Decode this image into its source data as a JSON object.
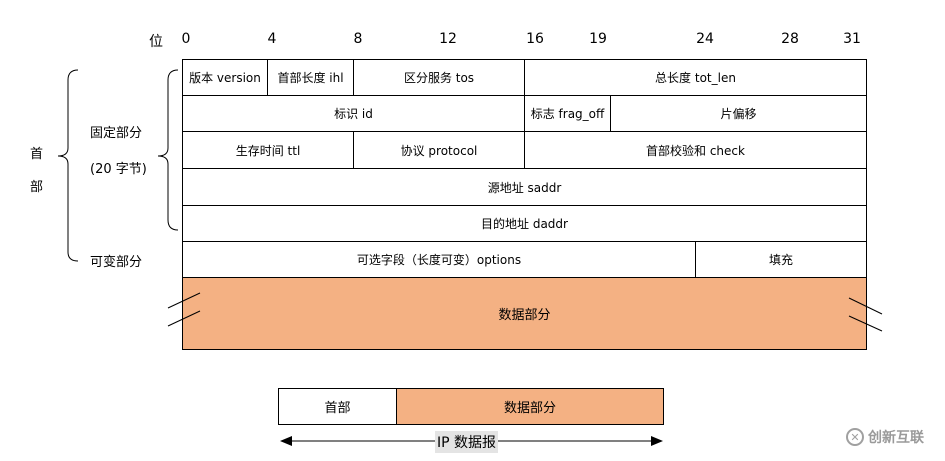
{
  "bit_label": "位",
  "bits": [
    "0",
    "4",
    "8",
    "12",
    "16",
    "19",
    "24",
    "28",
    "31"
  ],
  "rows": [
    [
      {
        "text": "版本 version"
      },
      {
        "text": "首部长度 ihl"
      },
      {
        "text": "区分服务 tos"
      },
      {
        "text": "总长度 tot_len"
      }
    ],
    [
      {
        "text": "标识 id"
      },
      {
        "text": "标志 frag_off"
      },
      {
        "text": "片偏移"
      }
    ],
    [
      {
        "text": "生存时间 ttl"
      },
      {
        "text": "协议 protocol"
      },
      {
        "text": "首部校验和 check"
      }
    ],
    [
      {
        "text": "源地址 saddr"
      }
    ],
    [
      {
        "text": "目的地址 daddr"
      }
    ],
    [
      {
        "text": "可选字段（长度可变）options"
      },
      {
        "text": "填充"
      }
    ]
  ],
  "data_part": "数据部分",
  "left_labels": {
    "header_char1": "首",
    "header_char2": "部",
    "fixed_part": "固定部分",
    "fixed_size": "(20 字节)",
    "variable_part": "可变部分"
  },
  "datagram": {
    "header": "首部",
    "data": "数据部分",
    "label": "IP 数据报"
  },
  "watermark": {
    "icon": "logo-icon",
    "text": "创新互联"
  }
}
